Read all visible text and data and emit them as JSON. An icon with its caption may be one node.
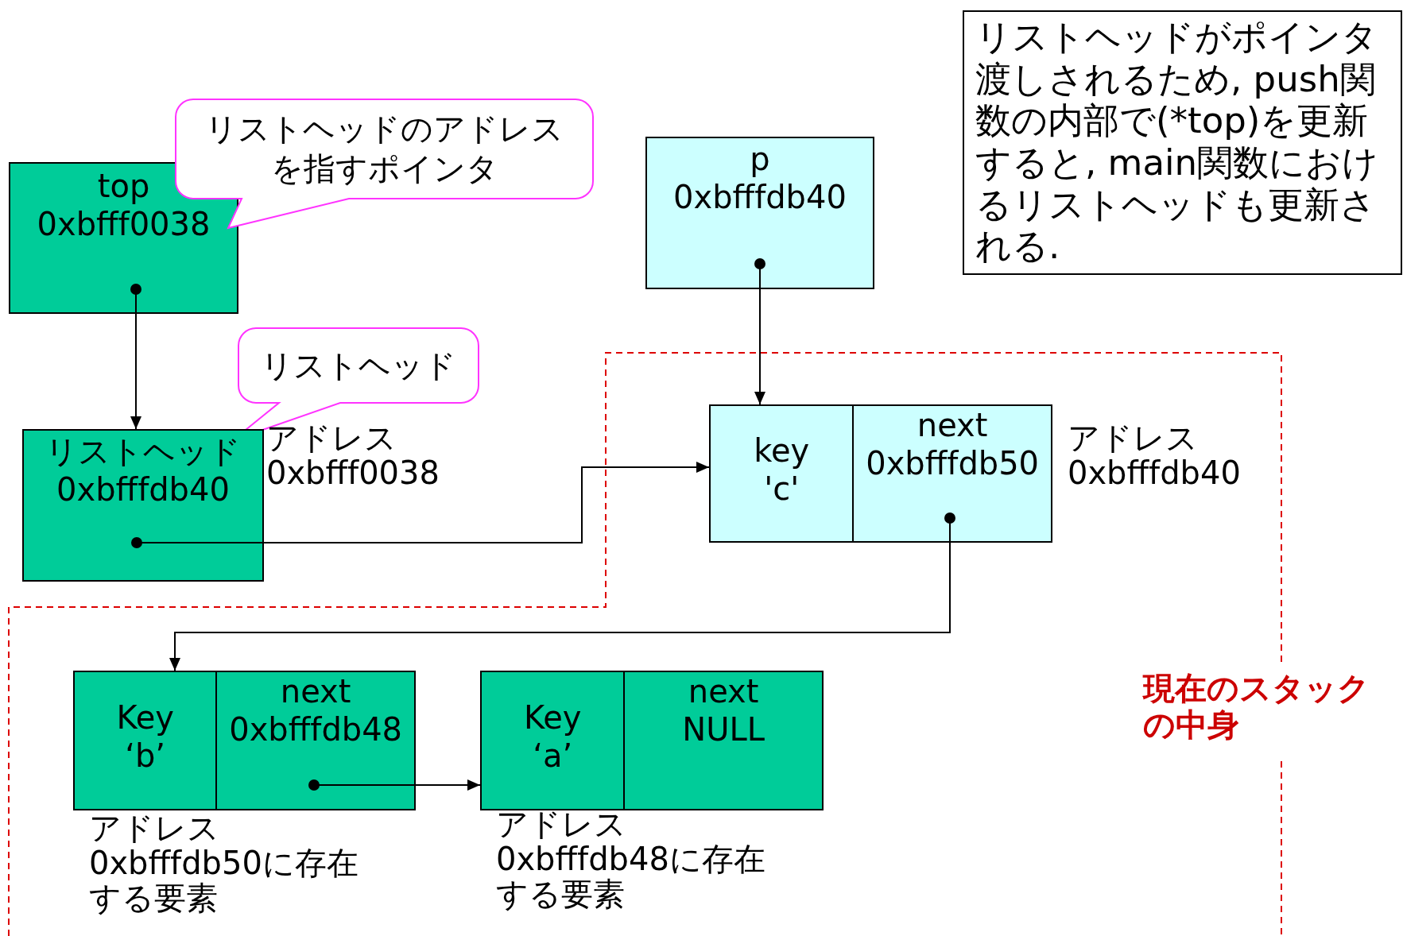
{
  "diagram": {
    "nodes": [
      {
        "text": [
          "top 0xbfff0038"
        ]
      },
      {
        "text": [
          "リストヘッドのアドレスを指すポインタ"
        ]
      },
      {
        "text": [
          "p 0xbfffdb40"
        ]
      },
      {
        "text": [
          "リストヘッドがポインタ渡しされるため, push関数の内部で(*top)を更新すると, main関数におけるリストヘッドも更新される."
        ]
      },
      {
        "text": [
          "リストヘッド"
        ]
      },
      {
        "text": [
          "リストヘッド 0xbfffdb40"
        ],
        "beside": [
          "アドレス0xbfff0038"
        ]
      },
      {
        "text": [
          "key 'c'",
          "next 0xbfffdb50"
        ],
        "beside": [
          "アドレス0xbfffdb40"
        ]
      },
      {
        "text": [
          "Key ‘b’",
          "next 0xbfffdb48"
        ],
        "beside": [
          "アドレス0xbfffdb50に存在する要素"
        ]
      },
      {
        "text": [
          "Key ‘a’",
          "next NULL"
        ],
        "beside": [
          "アドレス0xbfffdb48に存在する要素"
        ]
      }
    ],
    "edges": [
      {
        "from": 0,
        "to": 5,
        "arrow": "to"
      },
      {
        "from": 2,
        "to": 6,
        "arrow": "to"
      },
      {
        "from": 5,
        "to": 6,
        "arrow": "to"
      },
      {
        "from": 6,
        "to": 7,
        "arrow": "to"
      },
      {
        "from": 7,
        "to": 8,
        "arrow": "to"
      }
    ],
    "labels": [
      "現在のスタックの中身"
    ]
  }
}
